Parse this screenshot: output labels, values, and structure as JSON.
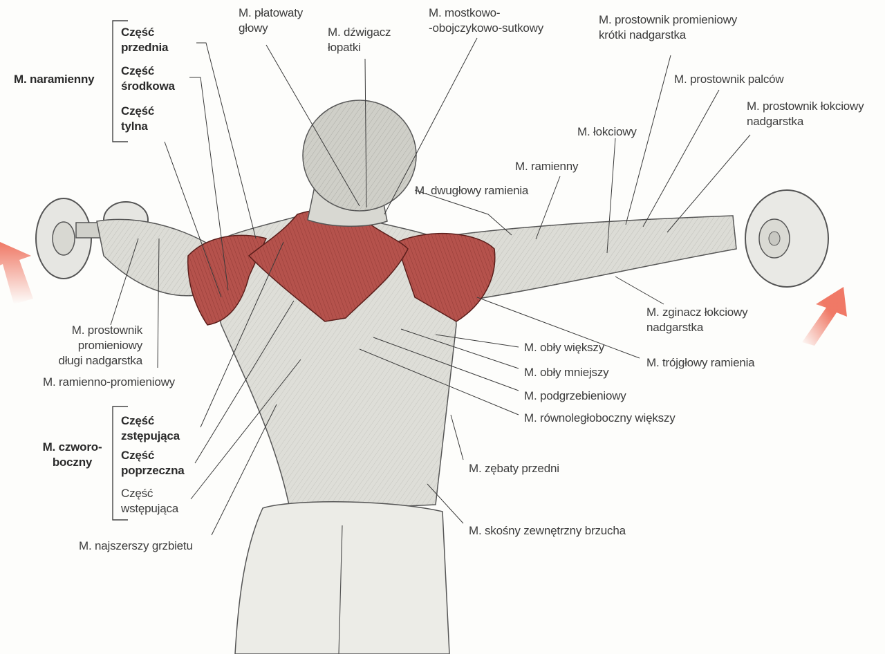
{
  "deltoid": {
    "group": "M. naramienny",
    "parts": [
      "Część\nprzednia",
      "Część\nśrodkowa",
      "Część\ntylna"
    ]
  },
  "trapezius": {
    "group": "M. czworo-\nboczny",
    "parts": [
      "Część\nzstępująca",
      "Część\npoprzeczna",
      "Część\nwstępująca"
    ]
  },
  "labels": {
    "splenius": "M. płatowaty\ngłowy",
    "levator": "M. dźwigacz\nłopatki",
    "scm": "M. mostkowo-\n-obojczykowo-sutkowy",
    "ecrb": "M. prostownik promieniowy\nkrótki nadgarstka",
    "ext_digitorum": "M. prostownik palców",
    "ecu": "M. prostownik łokciowy\nnadgarstka",
    "anconeus": "M. łokciowy",
    "brachialis": "M. ramienny",
    "biceps": "M. dwugłowy ramienia",
    "ecrl": "M. prostownik\npromieniowy\ndługi nadgarstka",
    "brachioradialis": "M. ramienno-promieniowy",
    "fcu": "M. zginacz łokciowy\nnadgarstka",
    "teres_major": "M. obły większy",
    "triceps": "M. trójgłowy ramienia",
    "teres_minor": "M. obły mniejszy",
    "infraspinatus": "M. podgrzebieniowy",
    "rhomboid": "M. równoległoboczny większy",
    "serratus": "M. zębaty przedni",
    "latissimus": "M. najszerszy grzbietu",
    "oblique": "M. skośny zewnętrzny brzucha"
  },
  "colors": {
    "muscle_highlight": "#b5524c",
    "muscle_base": "#d9d9d4",
    "arrow": "#ee6a55",
    "leader_line": "#3a3a3a"
  }
}
